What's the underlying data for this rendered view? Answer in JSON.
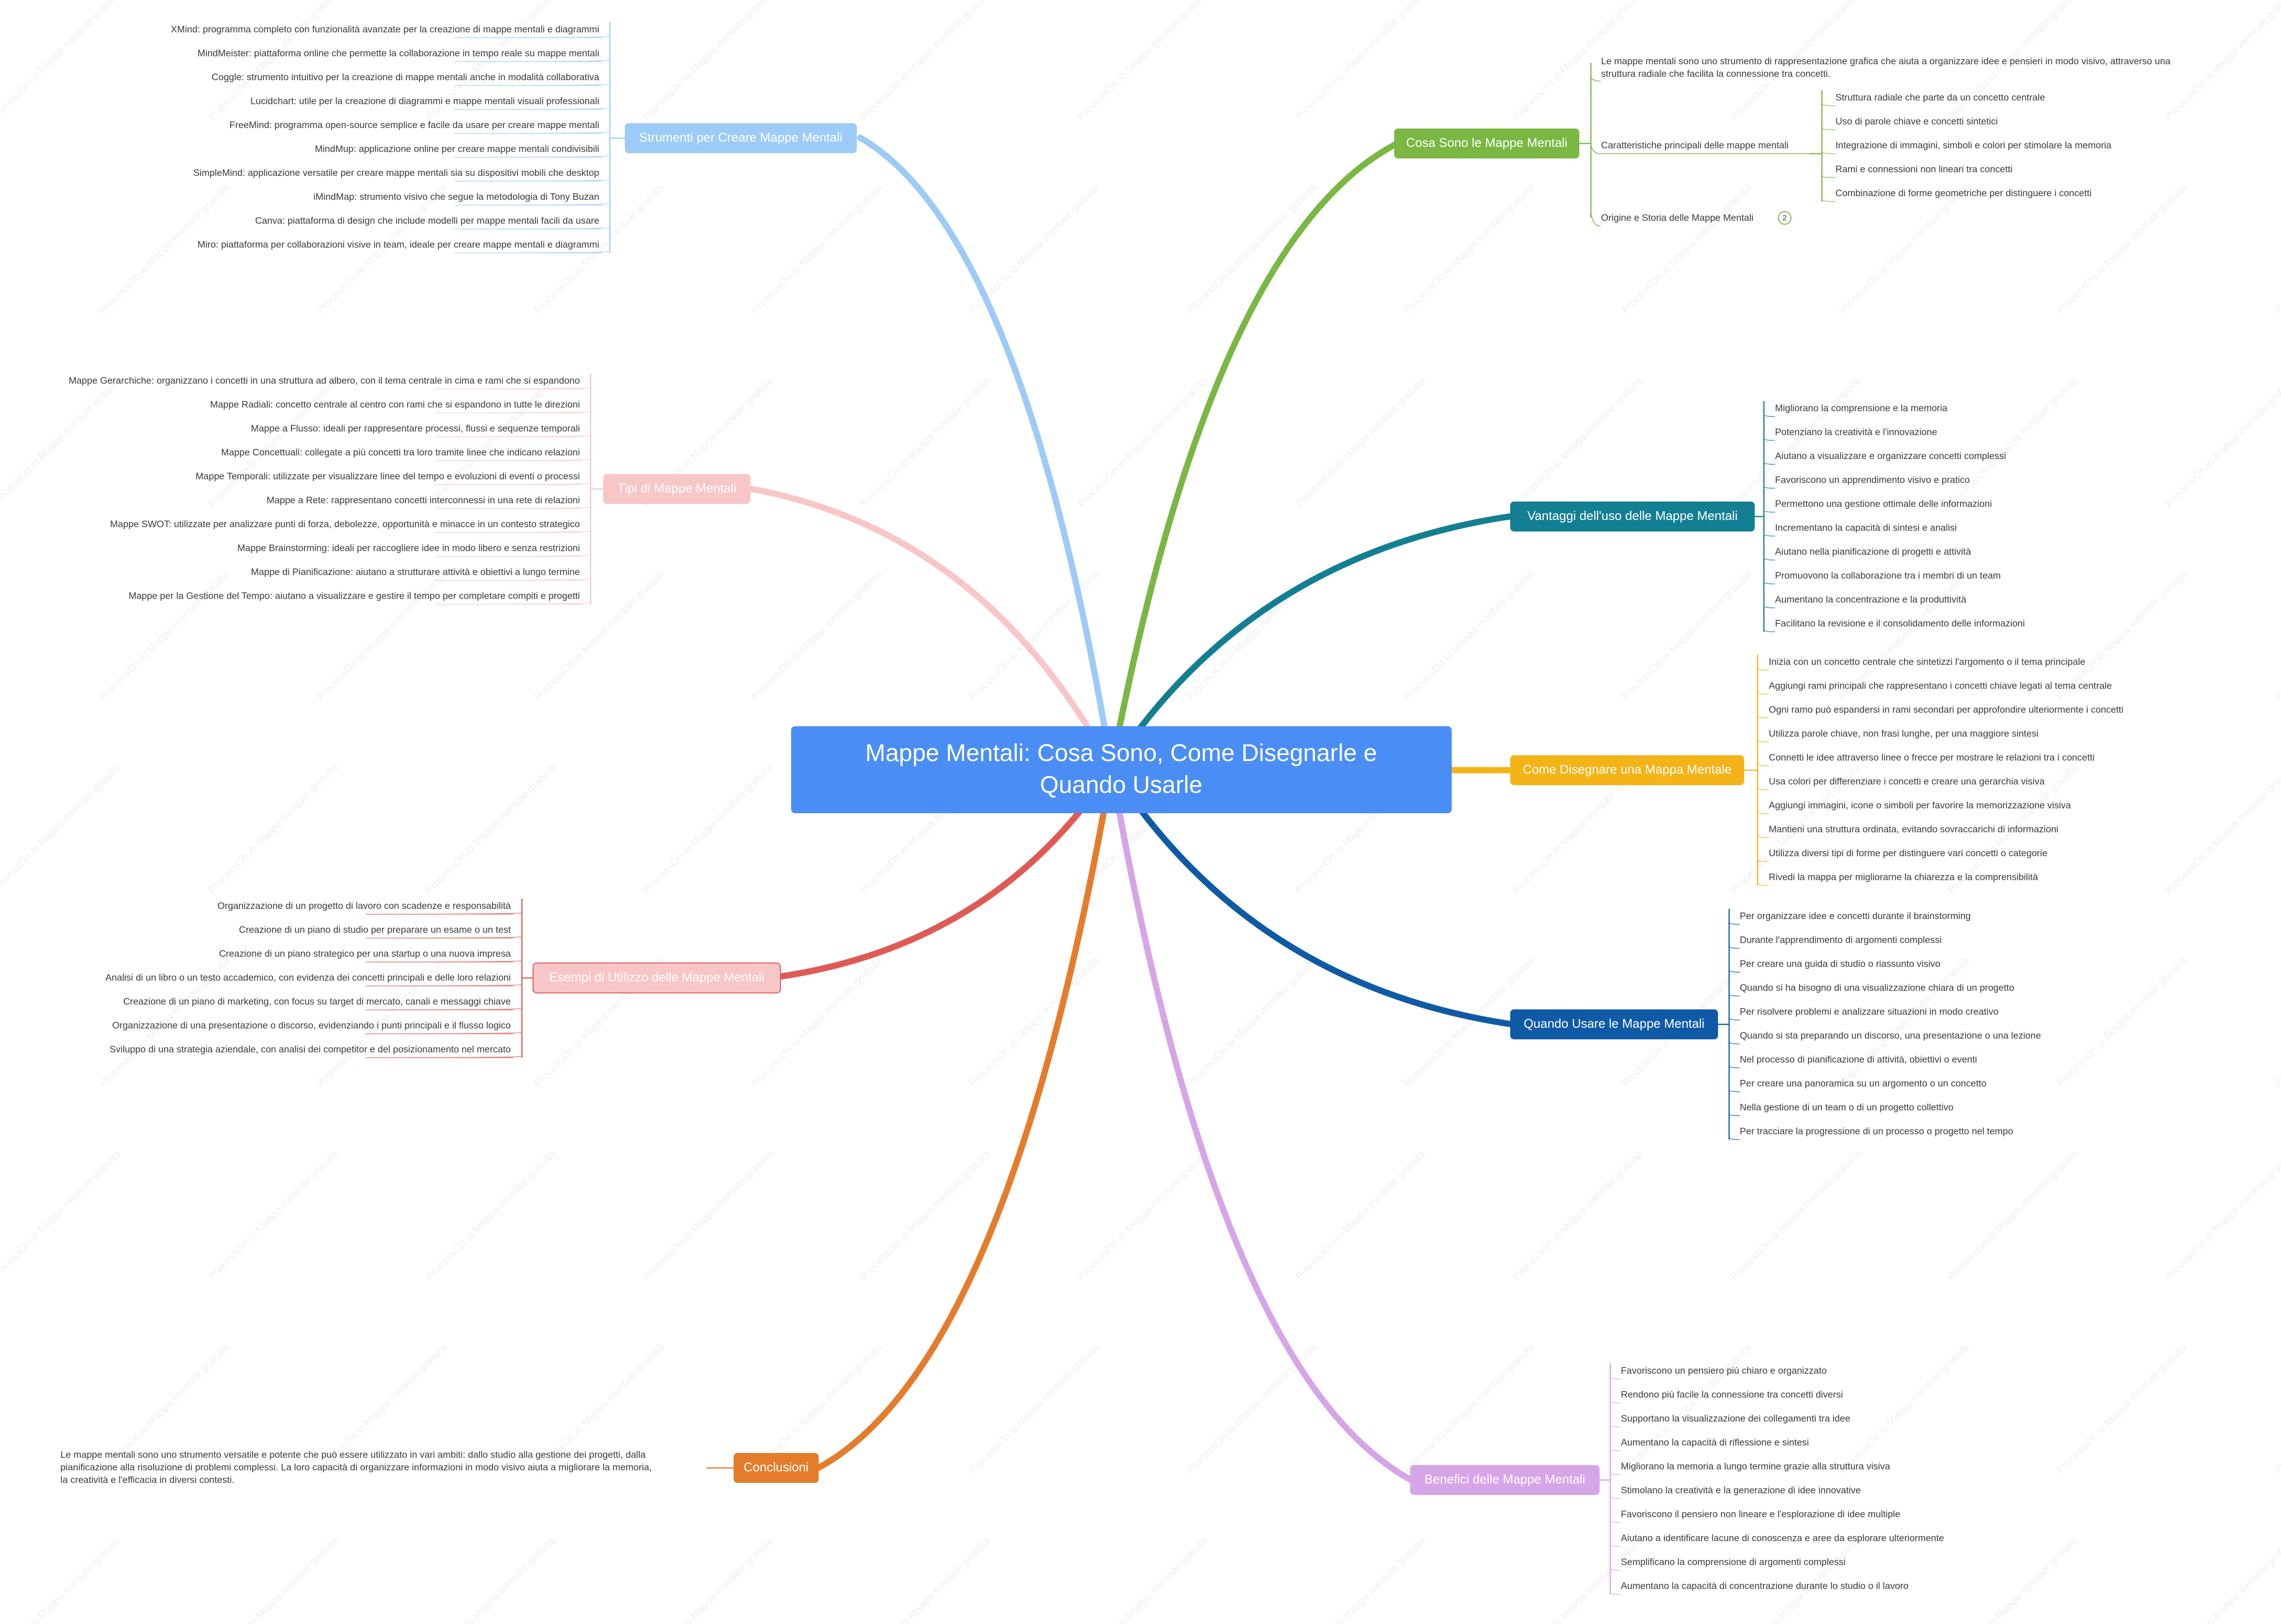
{
  "central": {
    "line1": "Mappe Mentali: Cosa Sono, Come Disegnarle e",
    "line2": "Quando Usarle",
    "color": "#4a8ef5"
  },
  "watermark": "ProcessOn.io Mappa mentale gratuita",
  "colors": {
    "strumenti": "#9dcbf7",
    "tipi": "#f9c6c8",
    "esempi": "#e05a55",
    "conclusioni": "#e57c2c",
    "cosa": "#7ab743",
    "vantaggi": "#137f93",
    "come": "#f4b418",
    "quando": "#0f5aa6",
    "benefici": "#d6a5e8"
  },
  "branches": {
    "strumenti": {
      "label": "Strumenti per Creare Mappe Mentali",
      "items": [
        "XMind: programma completo con funzionalità avanzate per la creazione di mappe mentali e diagrammi",
        "MindMeister: piattaforma online che permette la collaborazione in tempo reale su mappe mentali",
        "Coggle: strumento intuitivo per la creazione di mappe mentali anche in modalità collaborativa",
        "Lucidchart: utile per la creazione di diagrammi e mappe mentali visuali professionali",
        "FreeMind: programma open-source semplice e facile da usare per creare mappe mentali",
        "MindMup: applicazione online per creare mappe mentali condivisibili",
        "SimpleMind: applicazione versatile per creare mappe mentali sia su dispositivi mobili che desktop",
        "iMindMap: strumento visivo che segue la metodologia di Tony Buzan",
        "Canva: piattaforma di design che include modelli per mappe mentali facili da usare",
        "Miro: piattaforma per collaborazioni visive in team, ideale per creare mappe mentali e diagrammi"
      ]
    },
    "tipi": {
      "label": "Tipi di Mappe Mentali",
      "items": [
        "Mappe Gerarchiche: organizzano i concetti in una struttura ad albero, con il tema centrale in cima e rami che si espandono",
        "Mappe Radiali: concetto centrale al centro con rami che si espandono in tutte le direzioni",
        "Mappe a Flusso: ideali per rappresentare processi, flussi e sequenze temporali",
        "Mappe Concettuali: collegate a più concetti tra loro tramite linee che indicano relazioni",
        "Mappe Temporali: utilizzate per visualizzare linee del tempo e evoluzioni di eventi o processi",
        "Mappe a Rete: rappresentano concetti interconnessi in una rete di relazioni",
        "Mappe SWOT: utilizzate per analizzare punti di forza, debolezze, opportunità e minacce in un contesto strategico",
        "Mappe Brainstorming: ideali per raccogliere idee in modo libero e senza restrizioni",
        "Mappe di Pianificazione: aiutano a strutturare attività e obiettivi a lungo termine",
        "Mappe per la Gestione del Tempo: aiutano a visualizzare e gestire il tempo per completare compiti e progetti"
      ]
    },
    "esempi": {
      "label": "Esempi di Utilizzo delle Mappe Mentali",
      "items": [
        "Organizzazione di un progetto di lavoro con scadenze e responsabilità",
        "Creazione di un piano di studio per preparare un esame o un test",
        "Creazione di un piano strategico per una startup o una nuova impresa",
        "Analisi di un libro o un testo accademico, con evidenza dei concetti principali e delle loro relazioni",
        "Creazione di un piano di marketing, con focus su target di mercato, canali e messaggi chiave",
        "Organizzazione di una presentazione o discorso, evidenziando i punti principali e il flusso logico",
        "Sviluppo di una strategia aziendale, con analisi dei competitor e del posizionamento nel mercato"
      ]
    },
    "conclusioni": {
      "label": "Conclusioni",
      "lines": [
        "Le mappe mentali sono uno strumento versatile e potente che può essere utilizzato in vari ambiti: dallo studio alla gestione dei progetti, dalla",
        "pianificazione alla risoluzione di problemi complessi. La loro capacità di organizzare informazioni in modo visivo aiuta a migliorare la memoria,",
        "la creatività e l'efficacia in diversi contesti."
      ]
    },
    "cosa": {
      "label": "Cosa Sono le Mappe Mentali",
      "definition": [
        "Le mappe mentali sono uno strumento di rappresentazione grafica che aiuta a organizzare idee e pensieri in modo visivo, attraverso una",
        "struttura radiale che facilita la connessione tra concetti."
      ],
      "features_label": "Caratteristiche principali delle mappe mentali",
      "features": [
        "Struttura radiale che parte da un concetto centrale",
        "Uso di parole chiave e concetti sintetici",
        "Integrazione di immagini, simboli e colori per stimolare la memoria",
        "Rami e connessioni non lineari tra concetti",
        "Combinazione di forme geometriche per distinguere i concetti"
      ],
      "origin_label": "Origine e Storia delle Mappe Mentali",
      "origin_badge": "2"
    },
    "vantaggi": {
      "label": "Vantaggi dell'uso delle Mappe Mentali",
      "items": [
        "Migliorano la comprensione e la memoria",
        "Potenziano la creatività e l'innovazione",
        "Aiutano a visualizzare e organizzare concetti complessi",
        "Favoriscono un apprendimento visivo e pratico",
        "Permettono una gestione ottimale delle informazioni",
        "Incrementano la capacità di sintesi e analisi",
        "Aiutano nella pianificazione di progetti e attività",
        "Promuovono la collaborazione tra i membri di un team",
        "Aumentano la concentrazione e la produttività",
        "Facilitano la revisione e il consolidamento delle informazioni"
      ]
    },
    "come": {
      "label": "Come Disegnare una Mappa Mentale",
      "items": [
        "Inizia con un concetto centrale che sintetizzi l'argomento o il tema principale",
        "Aggiungi rami principali che rappresentano i concetti chiave legati al tema centrale",
        "Ogni ramo può espandersi in rami secondari per approfondire ulteriormente i concetti",
        "Utilizza parole chiave, non frasi lunghe, per una maggiore sintesi",
        "Connetti le idee attraverso linee o frecce per mostrare le relazioni tra i concetti",
        "Usa colori per differenziare i concetti e creare una gerarchia visiva",
        "Aggiungi immagini, icone o simboli per favorire la memorizzazione visiva",
        "Mantieni una struttura ordinata, evitando sovraccarichi di informazioni",
        "Utilizza diversi tipi di forme per distinguere vari concetti o categorie",
        "Rivedi la mappa per migliorarne la chiarezza e la comprensibilità"
      ]
    },
    "quando": {
      "label": "Quando Usare le Mappe Mentali",
      "items": [
        "Per organizzare idee e concetti durante il brainstorming",
        "Durante l'apprendimento di argomenti complessi",
        "Per creare una guida di studio o riassunto visivo",
        "Quando si ha bisogno di una visualizzazione chiara di un progetto",
        "Per risolvere problemi e analizzare situazioni in modo creativo",
        "Quando si sta preparando un discorso, una presentazione o una lezione",
        "Nel processo di pianificazione di attività, obiettivi o eventi",
        "Per creare una panoramica su un argomento o un concetto",
        "Nella gestione di un team o di un progetto collettivo",
        "Per tracciare la progressione di un processo o progetto nel tempo"
      ]
    },
    "benefici": {
      "label": "Benefici delle Mappe Mentali",
      "items": [
        "Favoriscono un pensiero più chiaro e organizzato",
        "Rendono più facile la connessione tra concetti diversi",
        "Supportano la visualizzazione dei collegamenti tra idee",
        "Aumentano la capacità di riflessione e sintesi",
        "Migliorano la memoria a lungo termine grazie alla struttura visiva",
        "Stimolano la creatività e la generazione di idee innovative",
        "Favoriscono il pensiero non lineare e l'esplorazione di idee multiple",
        "Aiutano a identificare lacune di conoscenza e aree da esplorare ulteriormente",
        "Semplificano la comprensione di argomenti complessi",
        "Aumentano la capacità di concentrazione durante lo studio o il lavoro"
      ]
    }
  }
}
